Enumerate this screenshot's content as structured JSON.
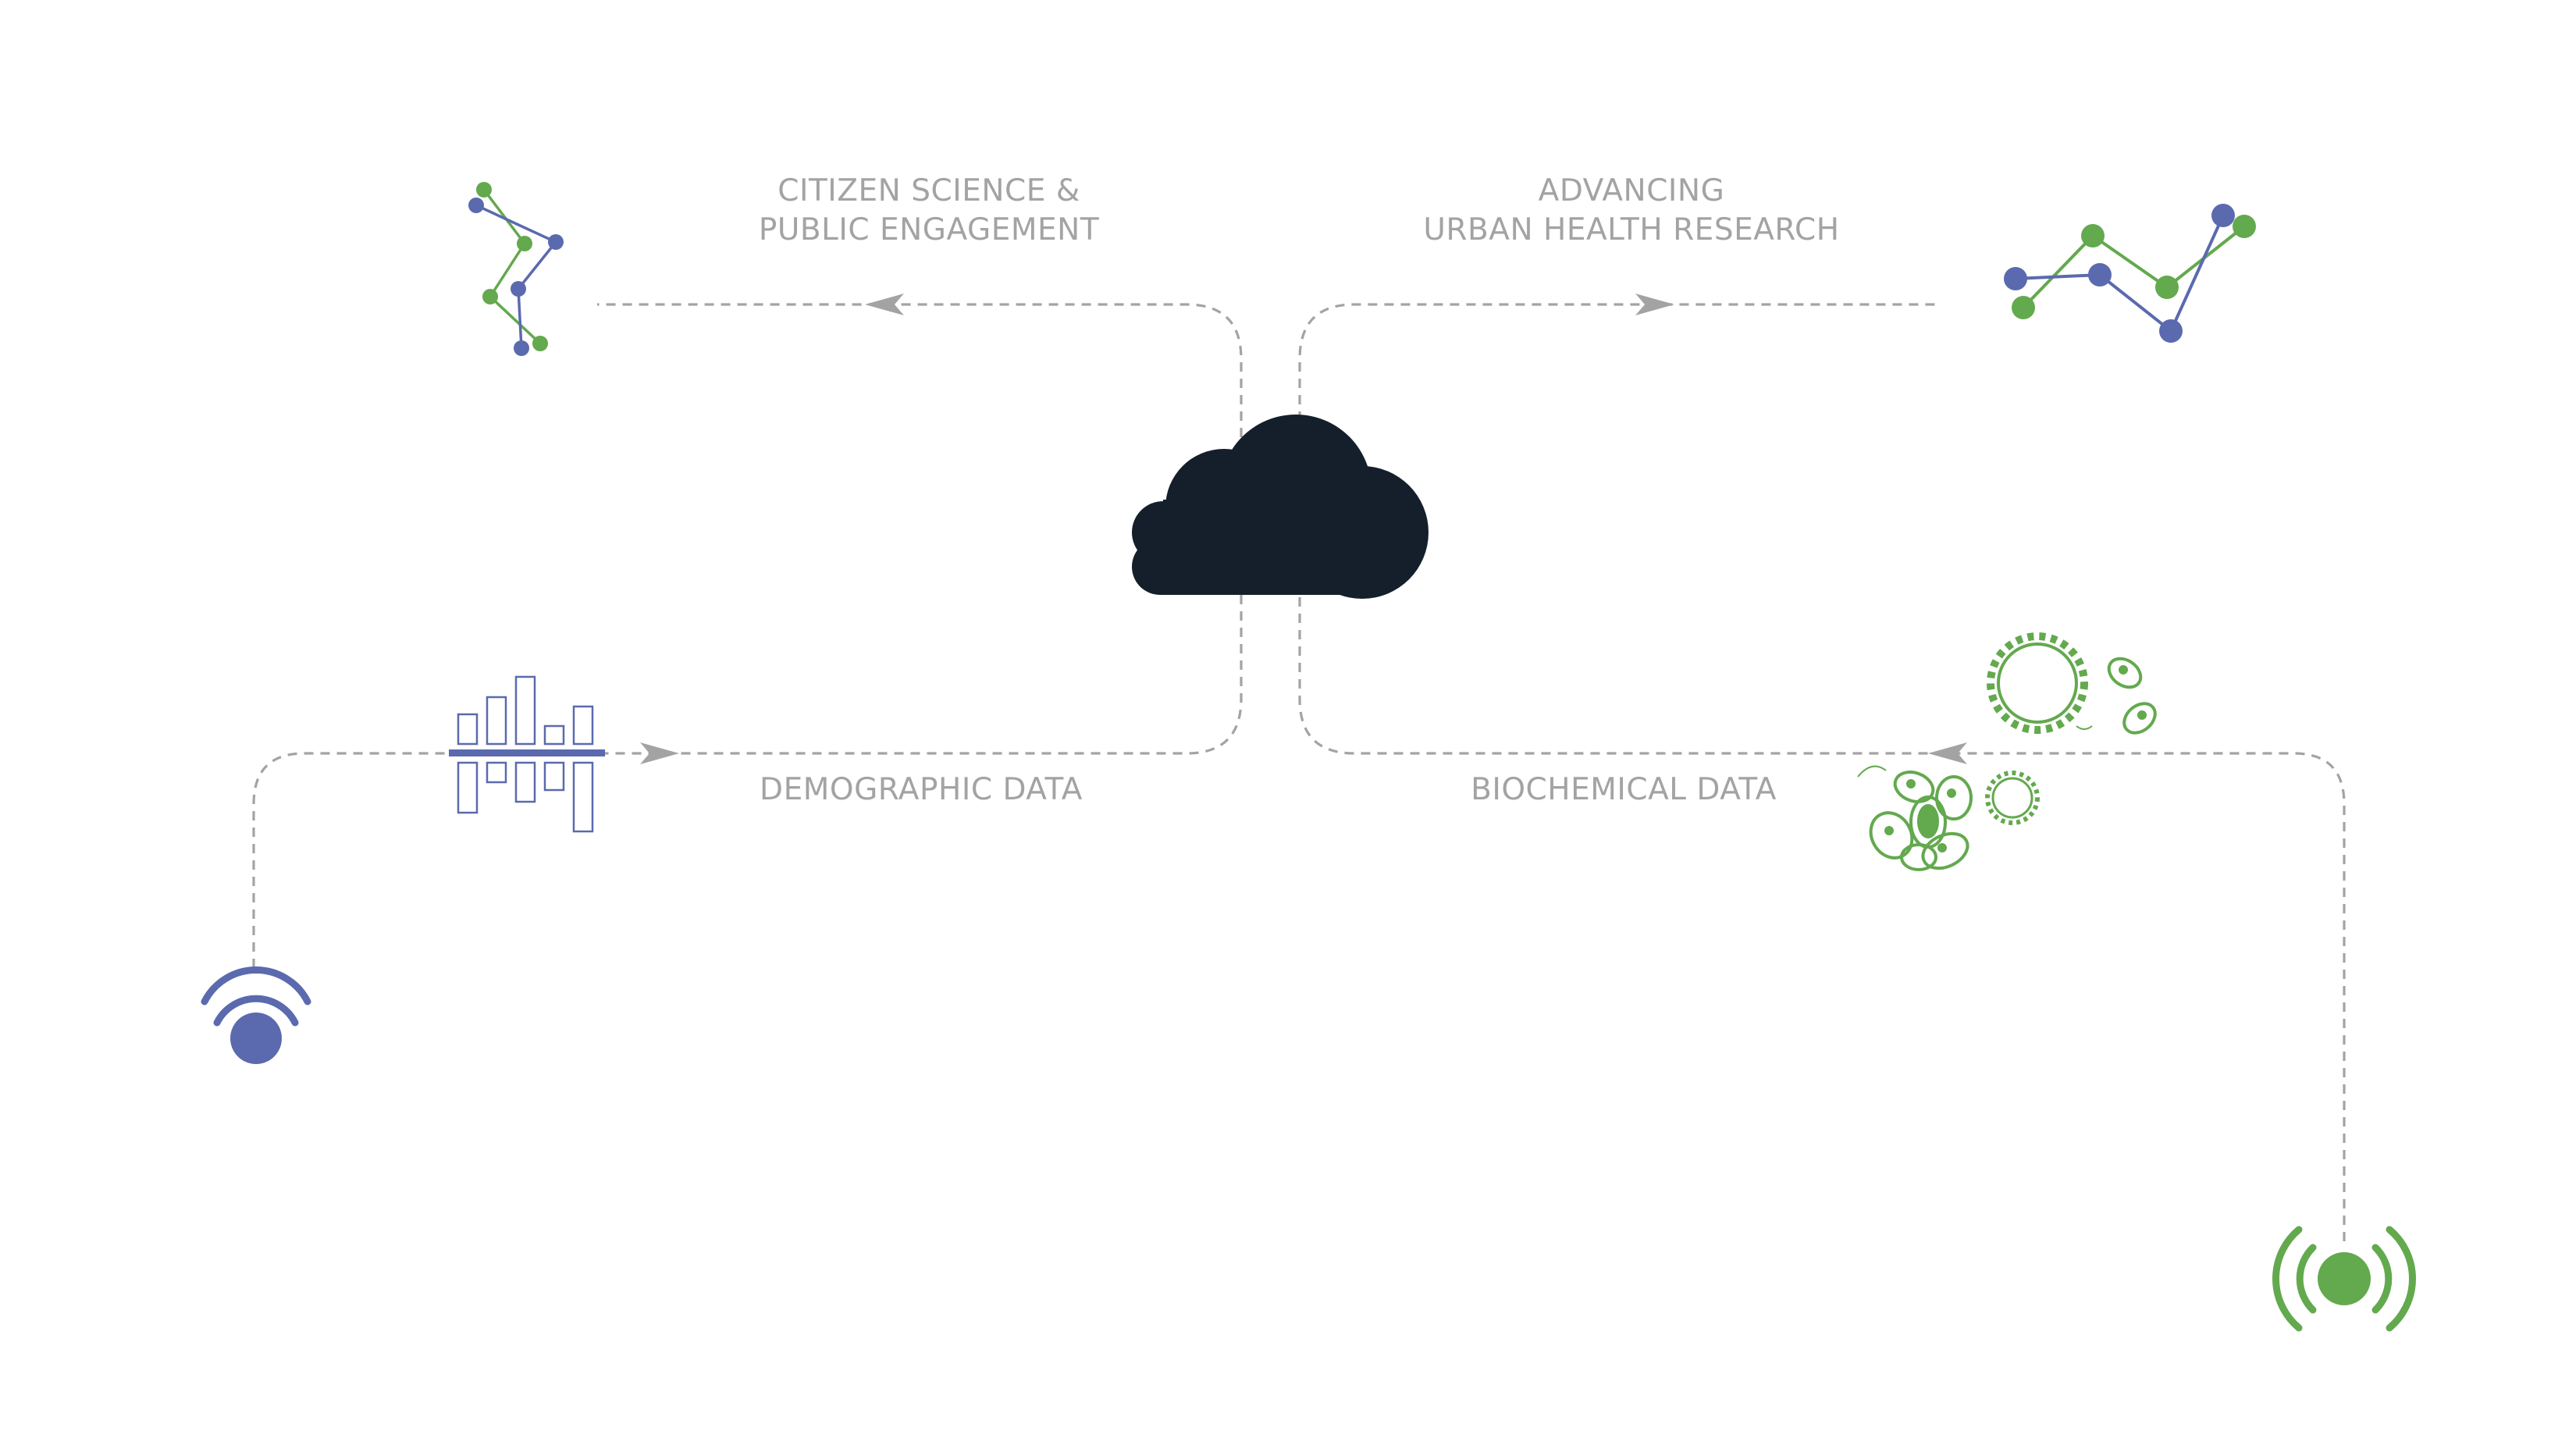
{
  "labels": {
    "citizen_science_line1": "CITIZEN SCIENCE &",
    "citizen_science_line2": "PUBLIC ENGAGEMENT",
    "urban_health_line1": "ADVANCING",
    "urban_health_line2": "URBAN HEALTH RESEARCH",
    "demographic_data": "DEMOGRAPHIC DATA",
    "biochemical_data": "BIOCHEMICAL DATA"
  },
  "icons": {
    "center": "cloud-icon",
    "top_left": "network-nodes-icon",
    "top_right": "line-graph-icon",
    "mid_left": "bar-chart-icon",
    "mid_right": "microbes-icon",
    "bottom_left": "wireless-sensor-icon",
    "bottom_right": "broadcast-sensor-icon"
  },
  "colors": {
    "blue": "#5b6aae",
    "green": "#63a94e",
    "dark": "#141f2b",
    "line": "#a3a3a3"
  }
}
